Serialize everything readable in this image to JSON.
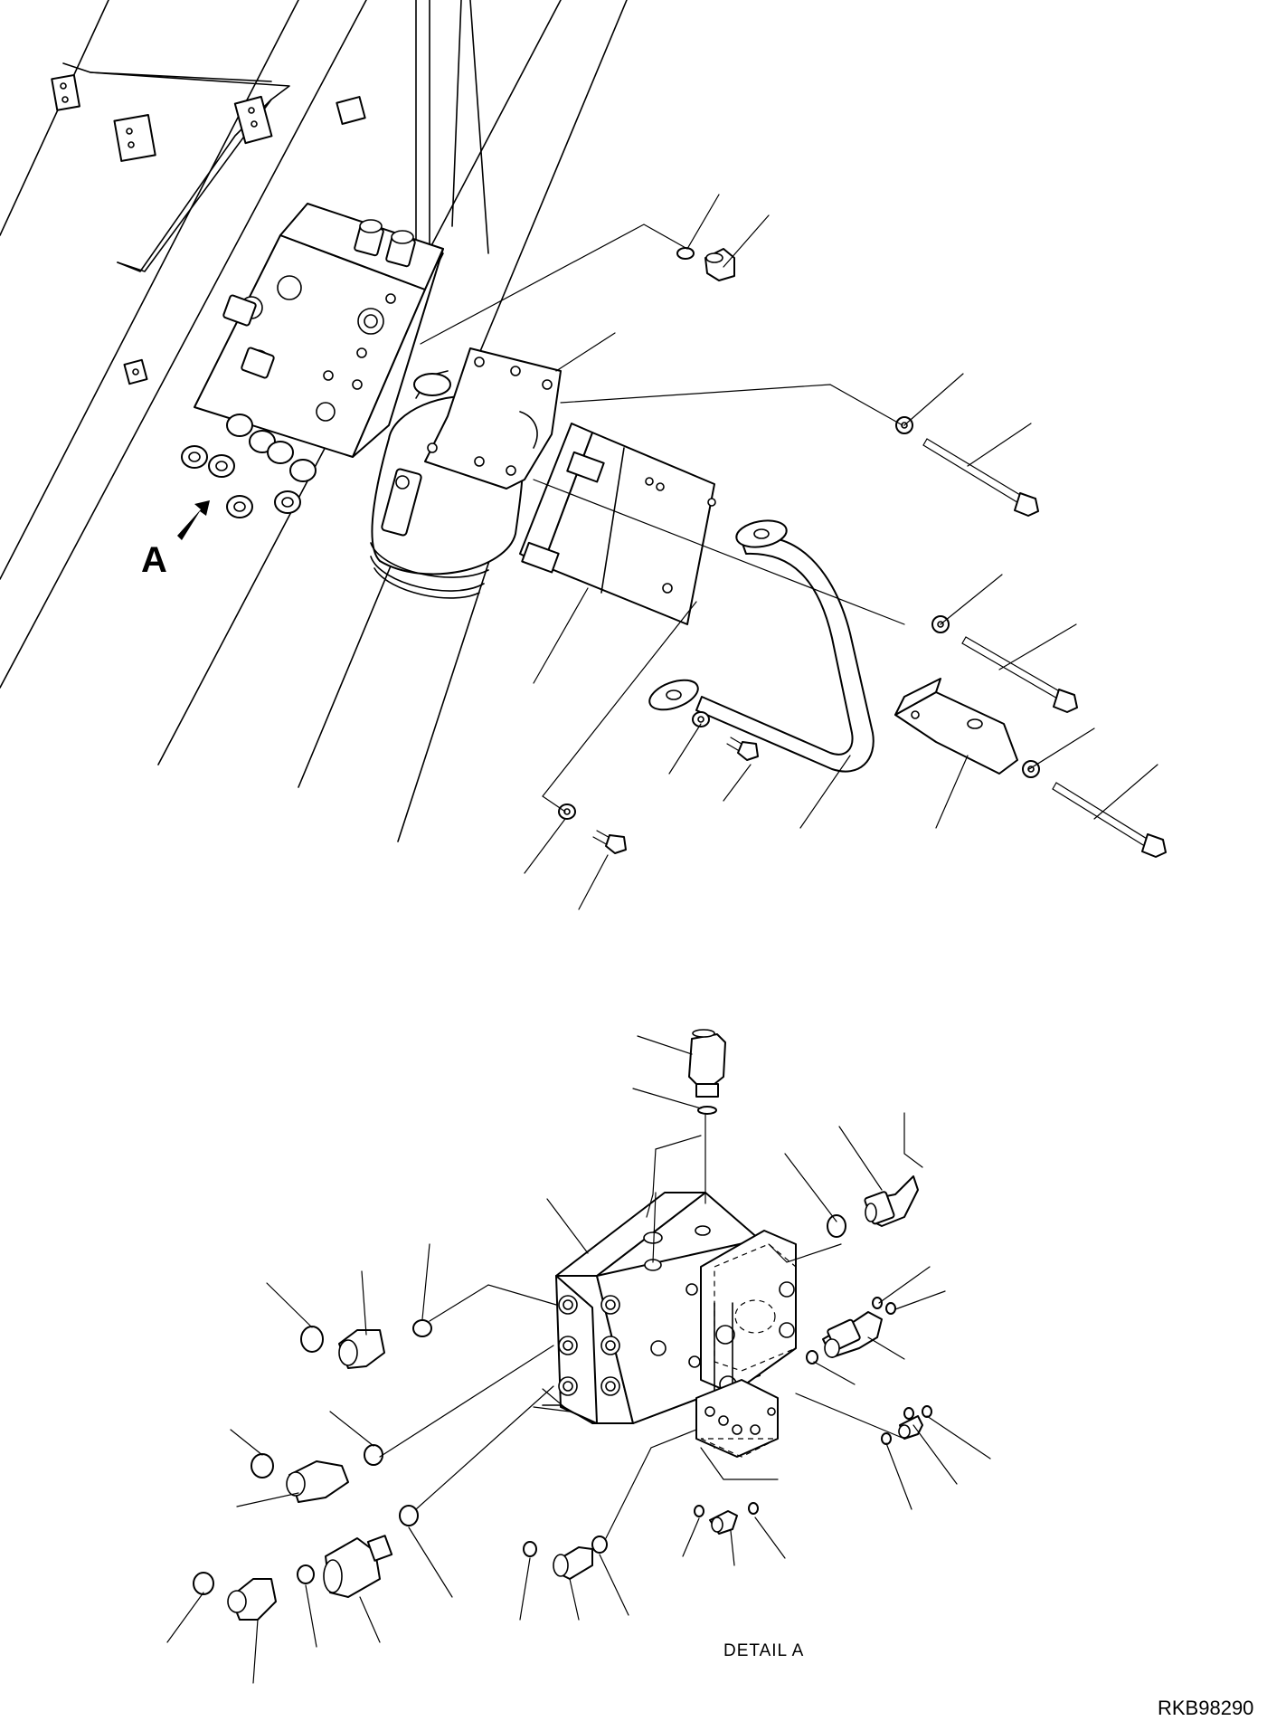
{
  "drawing": {
    "view_label": "A",
    "detail_label": "DETAIL A",
    "drawing_code": "RKB98290"
  }
}
